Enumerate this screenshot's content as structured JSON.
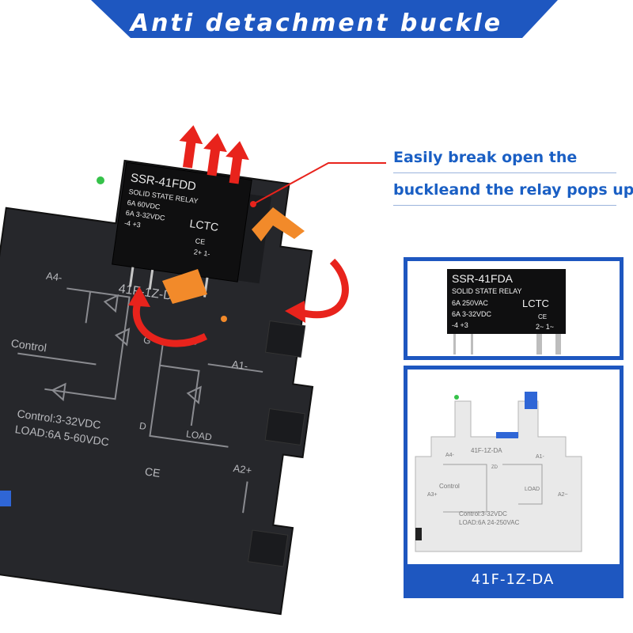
{
  "banner": {
    "title": "Anti detachment buckle",
    "color": "#1e57c0"
  },
  "callout": {
    "line1": "Easily break open the",
    "line2": "buckleand the relay pops up",
    "color": "#1a5fc4"
  },
  "left_product": {
    "relay_model": "SSR-41FDD",
    "relay_type": "SOLID STATE RELAY",
    "relay_rating1": "6A  60VDC",
    "relay_rating2": "6A 3-32VDC",
    "relay_pins": "-4   +3",
    "relay_pins2": "2+  1-",
    "relay_brand": "LCTC",
    "relay_ce": "CE",
    "base_model": "41F-1Z-DD",
    "label_a4": "A4-",
    "label_a1": "A1-",
    "label_a2": "A2+",
    "label_g": "G",
    "label_s": "S",
    "label_d": "D",
    "label_load": "LOAD",
    "label_control": "Control",
    "spec_control": "Control:3-32VDC",
    "spec_load": "LOAD:6A 5-60VDC",
    "ce": "CE"
  },
  "panel_top": {
    "relay_model": "SSR-41FDA",
    "relay_type": "SOLID STATE RELAY",
    "relay_rating1": "6A  250VAC",
    "relay_rating2": "6A 3-32VDC",
    "relay_pins": "-4   +3",
    "relay_pins2": "2~  1~",
    "relay_brand": "LCTC",
    "relay_ce": "CE"
  },
  "panel_bottom": {
    "base_model": "41F-1Z-DA",
    "label_a4": "A4-",
    "label_a1": "A1-",
    "label_a3": "A3+",
    "label_a2": "A2~",
    "label_control": "Control",
    "label_load": "LOAD",
    "label_zd": "ZD",
    "spec_control": "Control:3-32VDC",
    "spec_load": "LOAD:6A 24-250VAC",
    "caption": "41F-1Z-DA"
  },
  "colors": {
    "arrow_red": "#e8231c",
    "buckle_orange": "#f28a2a",
    "blue": "#1e57c0"
  }
}
